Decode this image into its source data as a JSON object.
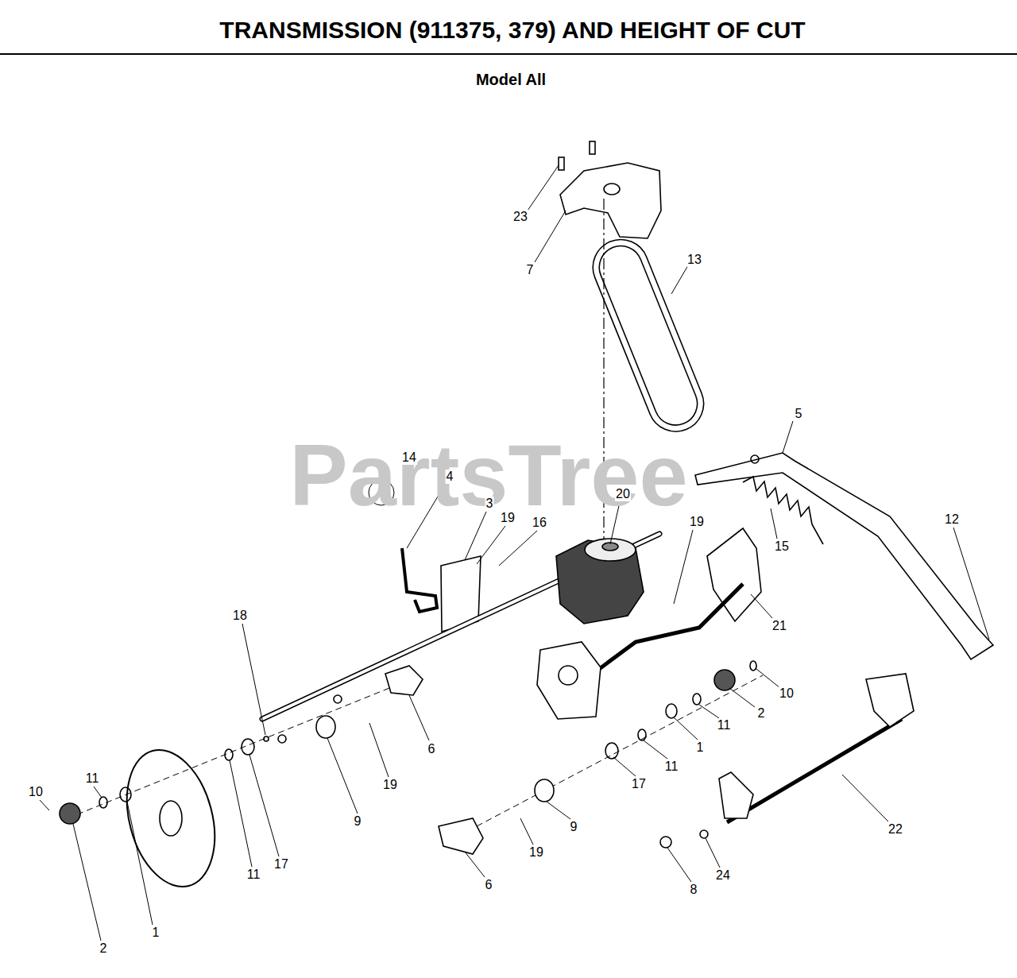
{
  "diagram": {
    "title": "TRANSMISSION (911375, 379) AND HEIGHT OF CUT",
    "labels": [
      "Model All",
      "PartsTree",
      "23",
      "7",
      "13",
      "5",
      "14",
      "4",
      "3",
      "19",
      "16",
      "20",
      "19",
      "15",
      "12",
      "21",
      "18",
      "10",
      "2",
      "11",
      "6",
      "1",
      "11",
      "19",
      "17",
      "9",
      "10",
      "11",
      "11",
      "17",
      "22",
      "9",
      "19",
      "24",
      "8",
      "6",
      "1",
      "2"
    ]
  }
}
